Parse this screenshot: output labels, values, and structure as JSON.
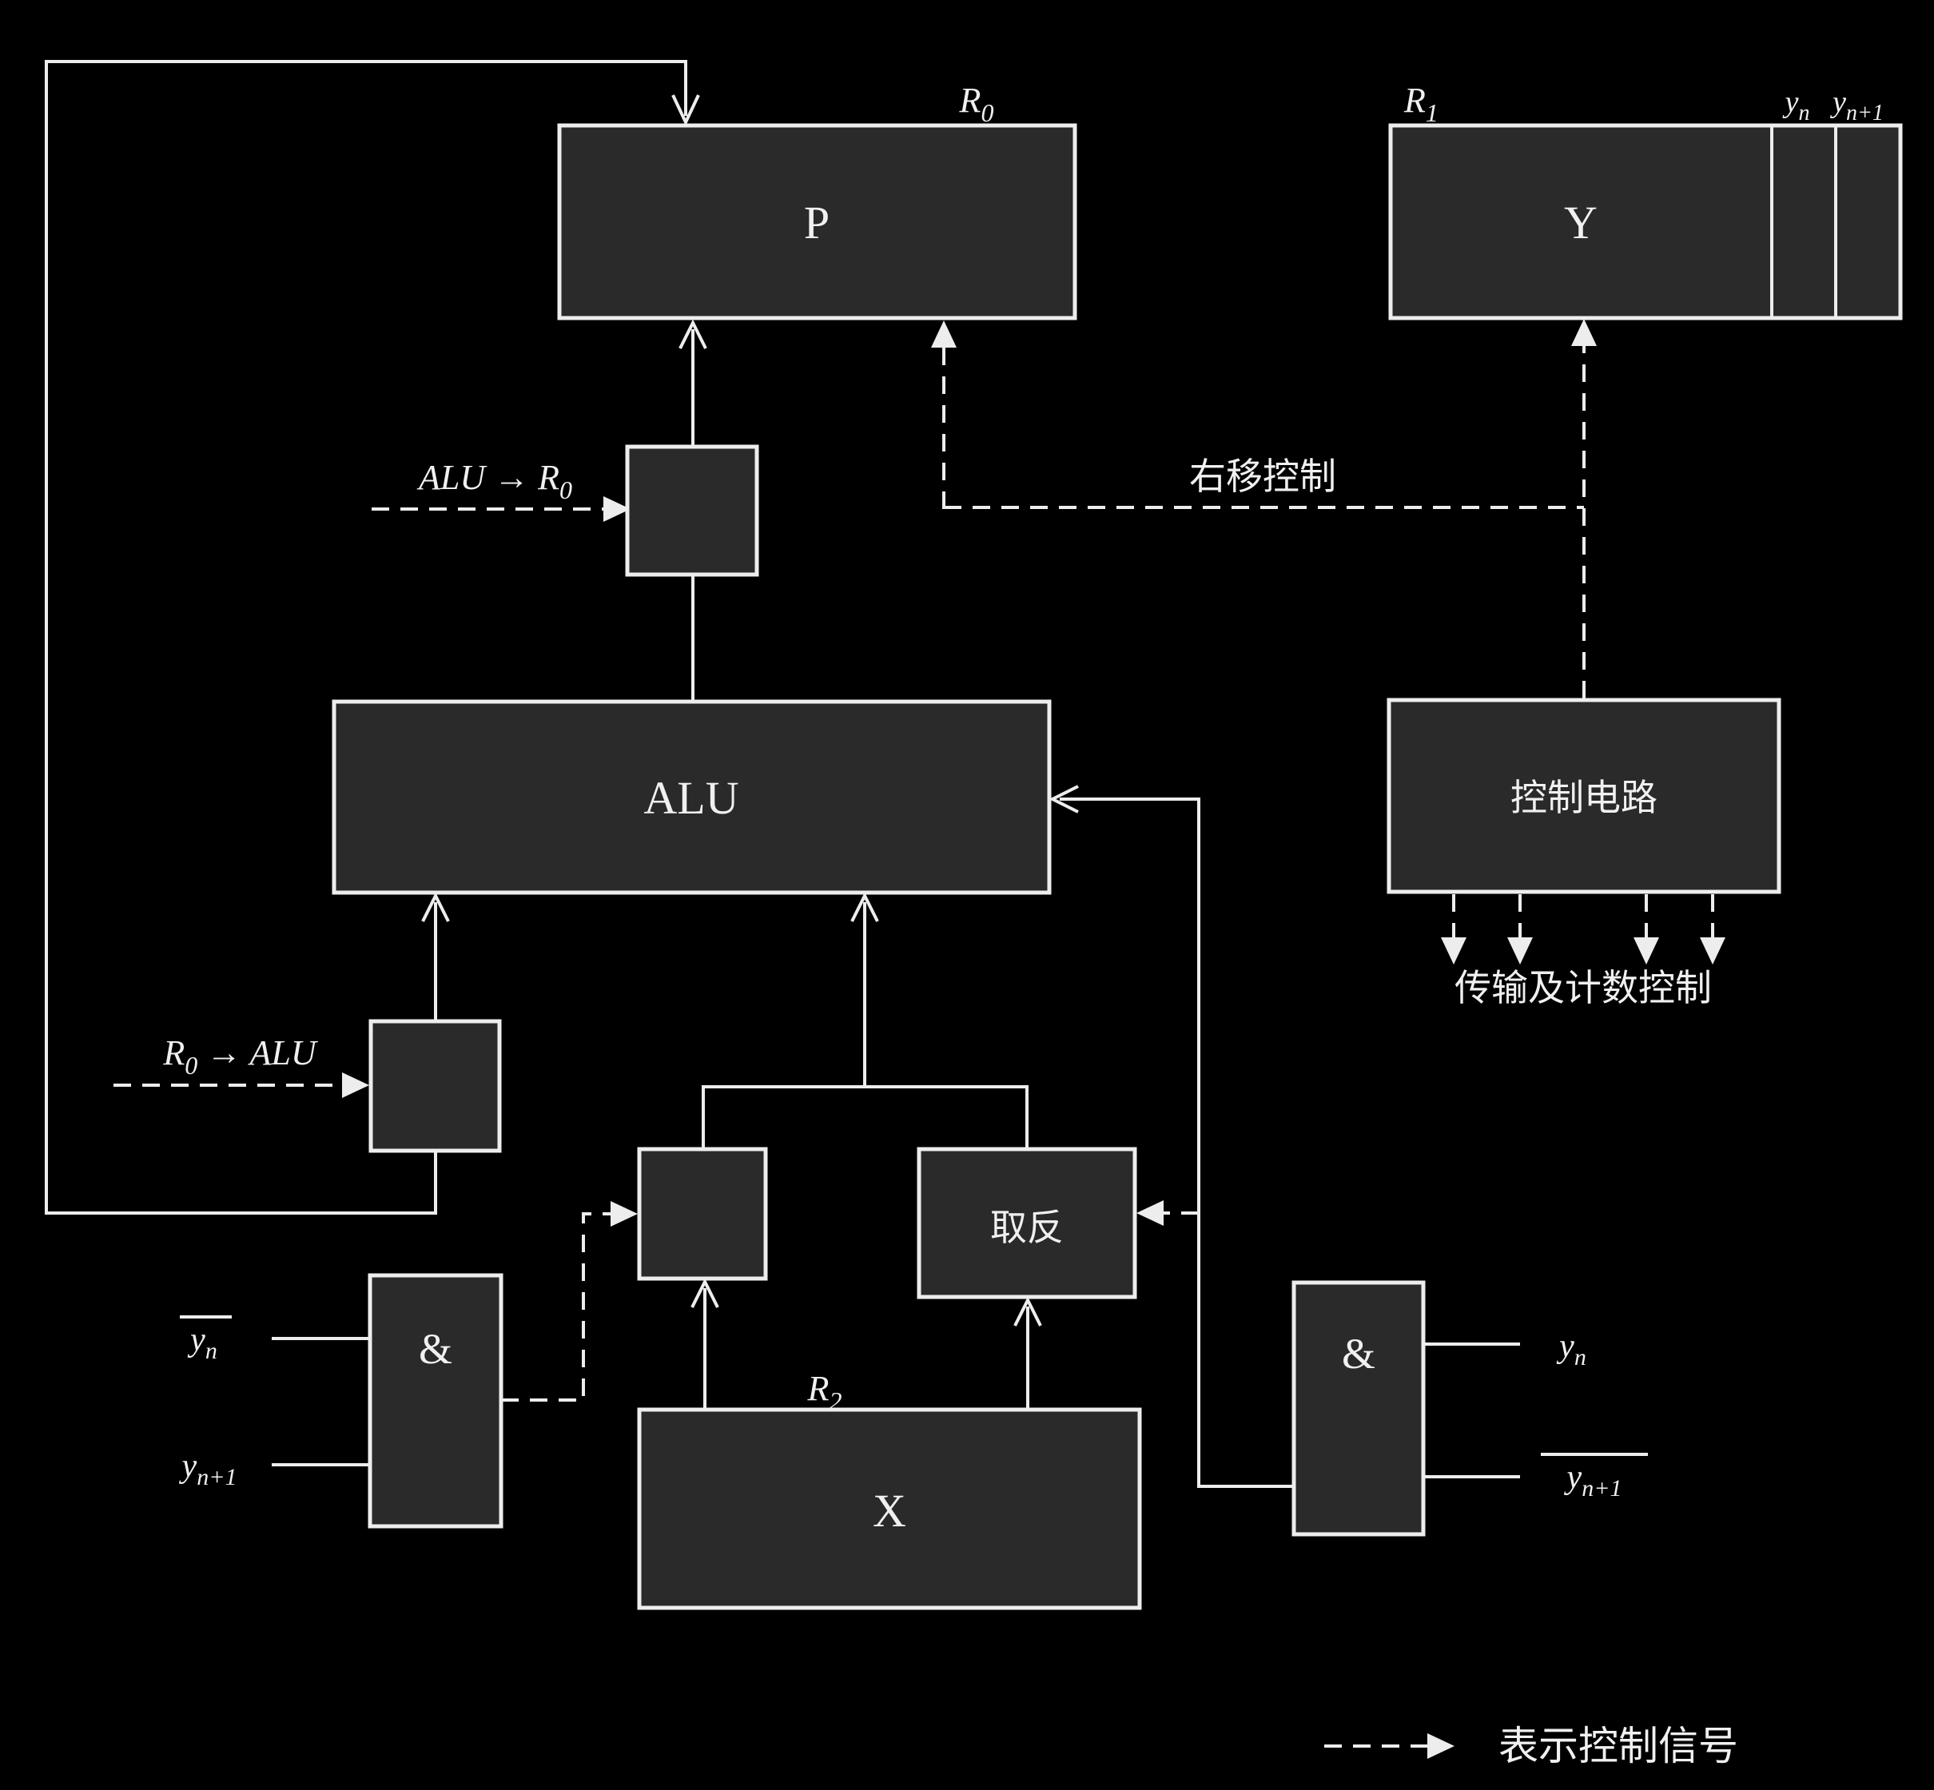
{
  "boxes": {
    "p": "P",
    "y": "Y",
    "x": "X",
    "alu": "ALU",
    "control": "控制电路",
    "negate": "取反",
    "and_left": "&",
    "and_right": "&"
  },
  "tags": {
    "r0_base": "R",
    "r0_sub": "0",
    "r1_base": "R",
    "r1_sub": "1",
    "r2_base": "R",
    "r2_sub": "2"
  },
  "bits": {
    "y_base": "y",
    "n_sub": "n",
    "n1_sub": "n+1"
  },
  "labels": {
    "alu_to_r0_pre": "ALU → R",
    "alu_to_r0_sub": "0",
    "r0_to_alu_base": "R",
    "r0_to_alu_sub": "0",
    "r0_to_alu_post": " → ALU",
    "right_shift": "右移控制",
    "transfer_count": "传输及计数控制",
    "legend": "表示控制信号"
  },
  "colors": {
    "background": "#000000",
    "box_fill": "#2a2a2a",
    "line": "#ededed",
    "text": "#f0f0f0"
  }
}
